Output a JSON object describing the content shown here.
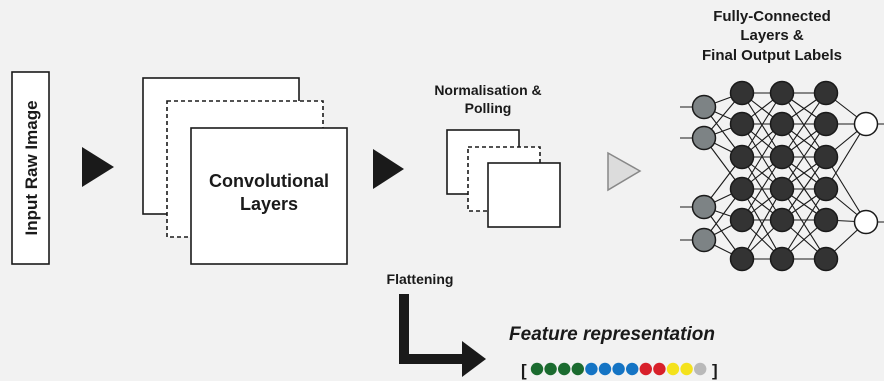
{
  "labels": {
    "input": "Input Raw Image",
    "conv_line1": "Convolutional",
    "conv_line2": "Layers",
    "norm_line1": "Normalisation &",
    "norm_line2": "Polling",
    "fc_line1": "Fully-Connected",
    "fc_line2": "Layers &",
    "fc_line3": "Final Output Labels",
    "flatten": "Flattening",
    "feature": "Feature representation",
    "bracket_open": "[",
    "bracket_close": "]"
  },
  "colors": {
    "background": "#f2f2f2",
    "stroke": "#1a1a1a",
    "arrow_dark": "#1a1a1a",
    "arrow_light_fill": "#dcdcdc",
    "arrow_light_stroke": "#888888",
    "input_node": "#7d8385",
    "hidden_node": "#333333",
    "output_node": "#ffffff"
  },
  "feature_vector": [
    "#1b6b2f",
    "#1b6b2f",
    "#1b6b2f",
    "#1b6b2f",
    "#1574c4",
    "#1574c4",
    "#1574c4",
    "#1574c4",
    "#d8202a",
    "#d8202a",
    "#f4e21c",
    "#f4e21c",
    "#b9b9b9"
  ]
}
